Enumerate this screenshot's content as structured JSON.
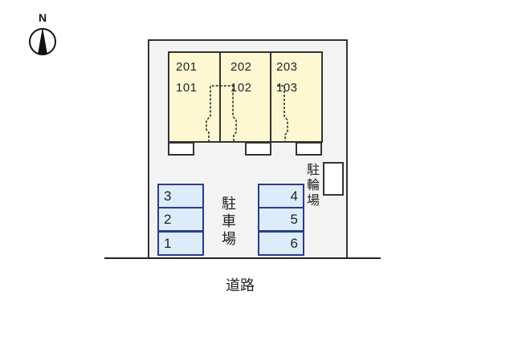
{
  "compass": {
    "label": "N",
    "icon": "north-arrow-icon"
  },
  "building": {
    "units": [
      {
        "upper": "201",
        "lower": "101"
      },
      {
        "upper": "202",
        "lower": "102"
      },
      {
        "upper": "203",
        "lower": "103"
      }
    ]
  },
  "parking": {
    "label": "駐車場",
    "label_chars": [
      "駐",
      "車",
      "場"
    ],
    "left_slots": [
      "3",
      "2",
      "1"
    ],
    "right_slots": [
      "4",
      "5",
      "6"
    ]
  },
  "bicycle_parking": {
    "label": "駐輪場",
    "label_chars": [
      "駐",
      "輪",
      "場"
    ]
  },
  "road": {
    "label": "道路"
  },
  "colors": {
    "unit_fill": "#fdf8d2",
    "slot_fill": "#dcecfb",
    "slot_border": "#2a3c8f",
    "site_fill": "#f3f3f3"
  }
}
